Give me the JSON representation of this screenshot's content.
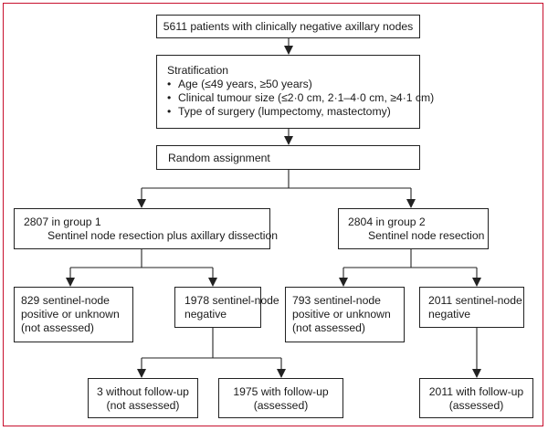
{
  "colors": {
    "frame": "#c8102e",
    "line": "#222222"
  },
  "boxes": {
    "total": "5611 patients with clinically negative axillary nodes",
    "stratification": {
      "title": "Stratification",
      "items": [
        "Age (≤49 years, ≥50 years)",
        "Clinical tumour size (≤2·0 cm, 2·1–4·0 cm, ≥4·1 cm)",
        "Type of surgery (lumpectomy, mastectomy)"
      ]
    },
    "random": "Random assignment",
    "group1": {
      "line1": "2807 in group 1",
      "line2": "Sentinel node resection plus axillary dissection"
    },
    "group2": {
      "line1": "2804 in group 2",
      "line2": "Sentinel node resection"
    },
    "g1_pos": [
      "829 sentinel-node",
      "positive or unknown",
      "(not assessed)"
    ],
    "g1_neg": [
      "1978 sentinel-node",
      "negative"
    ],
    "g2_pos": [
      "793 sentinel-node",
      "positive or unknown",
      "(not assessed)"
    ],
    "g2_neg": [
      "2011 sentinel-node",
      "negative"
    ],
    "g1_nofu": [
      "3 without follow-up",
      "(not assessed)"
    ],
    "g1_fu": [
      "1975 with follow-up",
      "(assessed)"
    ],
    "g2_fu": [
      "2011 with follow-up",
      "(assessed)"
    ]
  }
}
